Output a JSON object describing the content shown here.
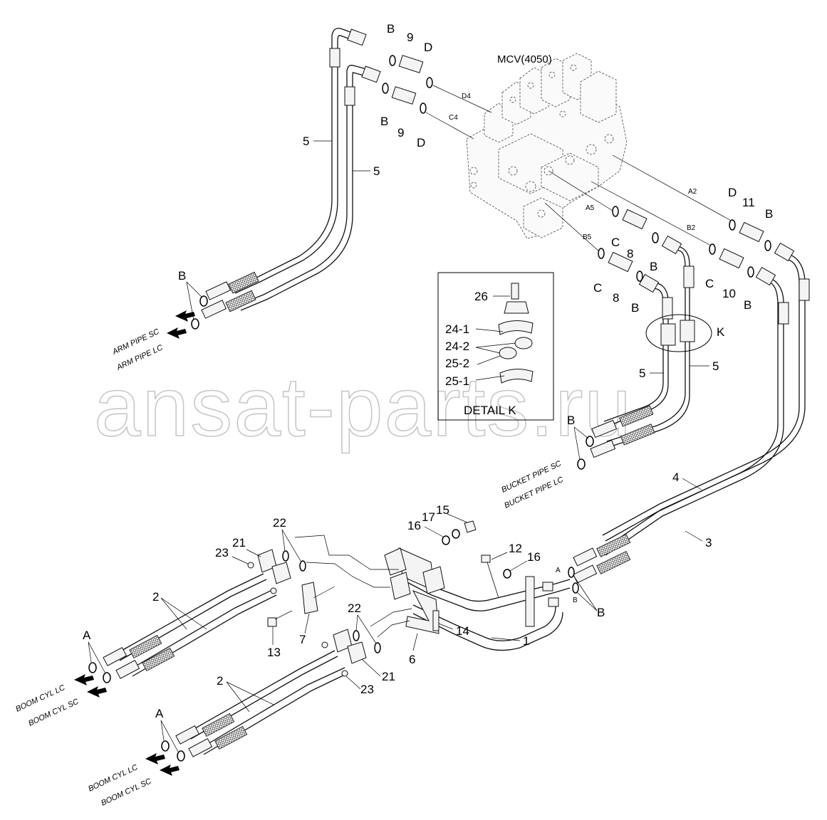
{
  "watermark": "ansat-parts.ru",
  "title": "MCV(4050)",
  "port_labels": {
    "D4": "D4",
    "C4": "C4",
    "A2": "A2",
    "A5": "A5",
    "B2": "B2",
    "B5": "B5",
    "A": "A",
    "B": "B"
  },
  "pipe_labels": {
    "arm_sc": "ARM PIPE SC",
    "arm_lc": "ARM PIPE LC",
    "bucket_sc": "BUCKET PIPE SC",
    "bucket_lc": "BUCKET PIPE LC",
    "boom_lc_1": "BOOM CYL LC",
    "boom_sc_1": "BOOM CYL SC",
    "boom_lc_2": "BOOM CYL LC",
    "boom_sc_2": "BOOM CYL SC"
  },
  "detail": {
    "title": "DETAIL K",
    "marker": "K",
    "labels": [
      "26",
      "24-1",
      "24-2",
      "25-2",
      "25-1"
    ]
  },
  "callouts": {
    "n1": "1",
    "n2": "2",
    "n3": "3",
    "n4": "4",
    "n5": "5",
    "n6": "6",
    "n7": "7",
    "n8": "8",
    "n9": "9",
    "n10": "10",
    "n11": "11",
    "n12": "12",
    "n13": "13",
    "n14": "14",
    "n15": "15",
    "n16": "16",
    "n17": "17",
    "n21": "21",
    "n22": "22",
    "n23": "23",
    "A": "A",
    "B": "B",
    "C": "C",
    "D": "D"
  }
}
